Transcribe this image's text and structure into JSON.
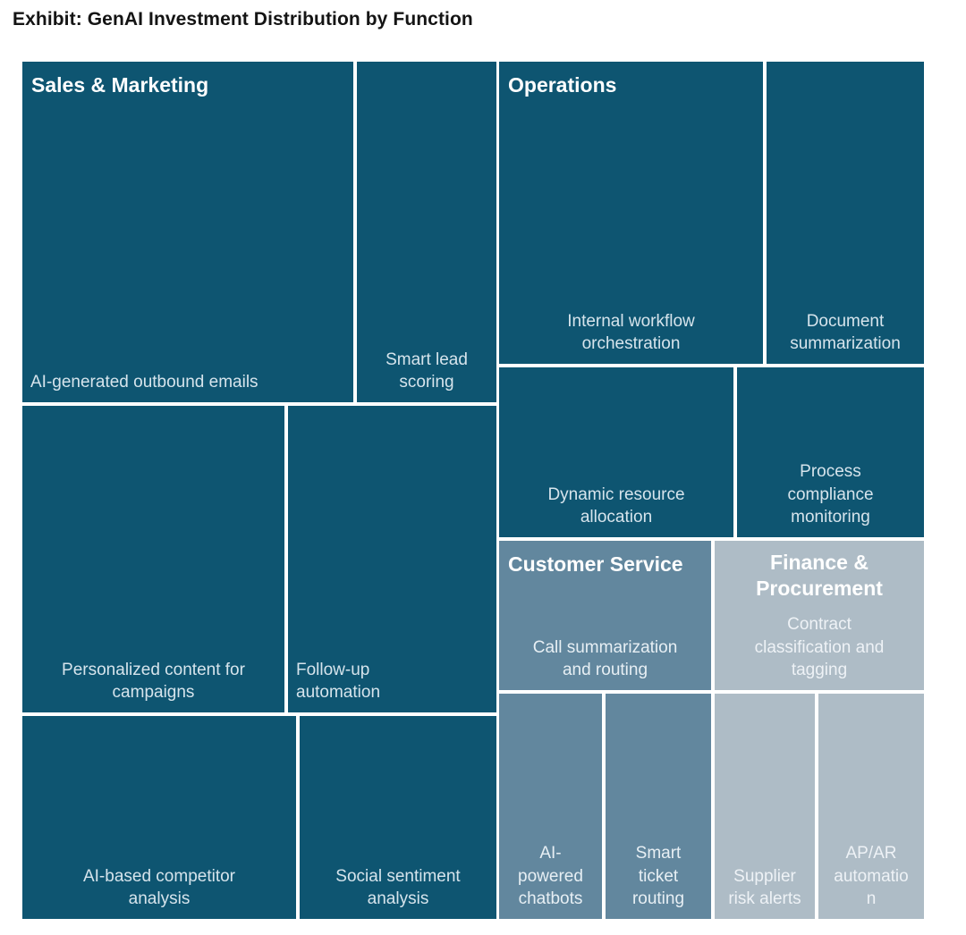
{
  "title": "Exhibit: GenAI Investment Distribution by Function",
  "chart_data": {
    "type": "treemap",
    "title": "Exhibit: GenAI Investment Distribution by Function",
    "legend": false,
    "value_labels_shown": false,
    "note": "Tile areas encode relative investment share; percentages below are estimated from rendered tile areas (no numbers are printed on the chart).",
    "groups": [
      {
        "name": "Sales & Marketing",
        "color": "#0E5571",
        "est_area_pct": 51.9,
        "tiles": [
          {
            "label": "AI-generated outbound emails",
            "est_area_pct": 14.6
          },
          {
            "label": "Smart lead scoring",
            "est_area_pct": 6.2
          },
          {
            "label": "Personalized content for campaigns",
            "est_area_pct": 10.4
          },
          {
            "label": "Follow-up automation",
            "est_area_pct": 8.3
          },
          {
            "label": "AI-based competitor analysis",
            "est_area_pct": 7.2
          },
          {
            "label": "Social sentiment analysis",
            "est_area_pct": 5.2
          }
        ]
      },
      {
        "name": "Operations",
        "color": "#0E5571",
        "est_area_pct": 25.7,
        "tiles": [
          {
            "label": "Internal workflow orchestration",
            "est_area_pct": 10.3
          },
          {
            "label": "Document summarization",
            "est_area_pct": 6.2
          },
          {
            "label": "Dynamic resource allocation",
            "est_area_pct": 5.1
          },
          {
            "label": "Process compliance monitoring",
            "est_area_pct": 4.1
          }
        ]
      },
      {
        "name": "Customer Service",
        "color": "#62879E",
        "est_area_pct": 10.2,
        "tiles": [
          {
            "label": "Call summarization and routing",
            "est_area_pct": 4.1
          },
          {
            "label": "AI-powered chatbots",
            "est_area_pct": 3.0
          },
          {
            "label": "Smart ticket routing",
            "est_area_pct": 3.1
          }
        ]
      },
      {
        "name": "Finance & Procurement",
        "color": "#AEBCC6",
        "est_area_pct": 10.1,
        "tiles": [
          {
            "label": "Contract classification and tagging",
            "est_area_pct": 4.1
          },
          {
            "label": "Supplier risk alerts",
            "est_area_pct": 2.9
          },
          {
            "label": "AP/AR automation",
            "est_area_pct": 3.1
          }
        ]
      }
    ]
  }
}
